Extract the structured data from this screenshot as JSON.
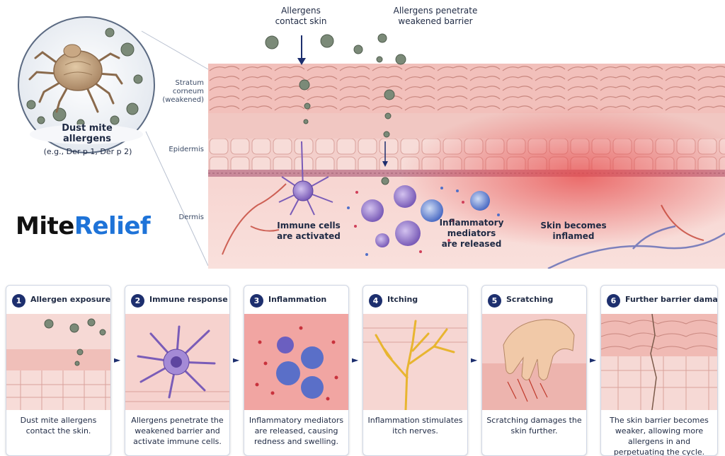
{
  "brand": {
    "part1": "Mite",
    "part2": "Relief",
    "color1": "#111111",
    "color2": "#1e73d8"
  },
  "inset": {
    "title_line1": "Dust mite",
    "title_line2": "allergens",
    "subtitle": "(e.g., Der p 1, Der p 2)"
  },
  "top_labels": {
    "contact_line1": "Allergens",
    "contact_line2": "contact skin",
    "penetrate_line1": "Allergens penetrate",
    "penetrate_line2": "weakened barrier"
  },
  "layers": {
    "stratum_line1": "Stratum",
    "stratum_line2": "corneum",
    "stratum_line3": "(weakened)",
    "epidermis": "Epidermis",
    "dermis": "Dermis"
  },
  "callouts": {
    "immune_line1": "Immune cells",
    "immune_line2": "are activated",
    "mediators_line1": "Inflammatory",
    "mediators_line2": "mediators",
    "mediators_line3": "are released",
    "inflamed_line1": "Skin becomes",
    "inflamed_line2": "inflamed"
  },
  "steps": [
    {
      "number": "1",
      "title": "Allergen exposure",
      "caption": [
        "Dust mite allergens",
        "contact the skin."
      ]
    },
    {
      "number": "2",
      "title": "Immune response",
      "caption": [
        "Allergens penetrate the",
        "weakened barrier and",
        "activate immune cells."
      ]
    },
    {
      "number": "3",
      "title": "Inflammation",
      "caption": [
        "Inflammatory mediators",
        "are released, causing",
        "redness and swelling."
      ]
    },
    {
      "number": "4",
      "title": "Itching",
      "caption": [
        "Inflammation stimulates",
        "itch nerves."
      ]
    },
    {
      "number": "5",
      "title": "Scratching",
      "caption": [
        "Scratching damages the",
        "skin further."
      ]
    },
    {
      "number": "6",
      "title": "Further barrier damage",
      "caption": [
        "The skin barrier becomes",
        "weaker, allowing more",
        "allergens in and",
        "perpetuating the cycle."
      ]
    }
  ],
  "colors": {
    "navy": "#1d2f6e",
    "skin": "#f2c4c0",
    "inflamed": "#e04a4a",
    "immune": "#8a6fc0",
    "allergen": "#7b8a78"
  }
}
